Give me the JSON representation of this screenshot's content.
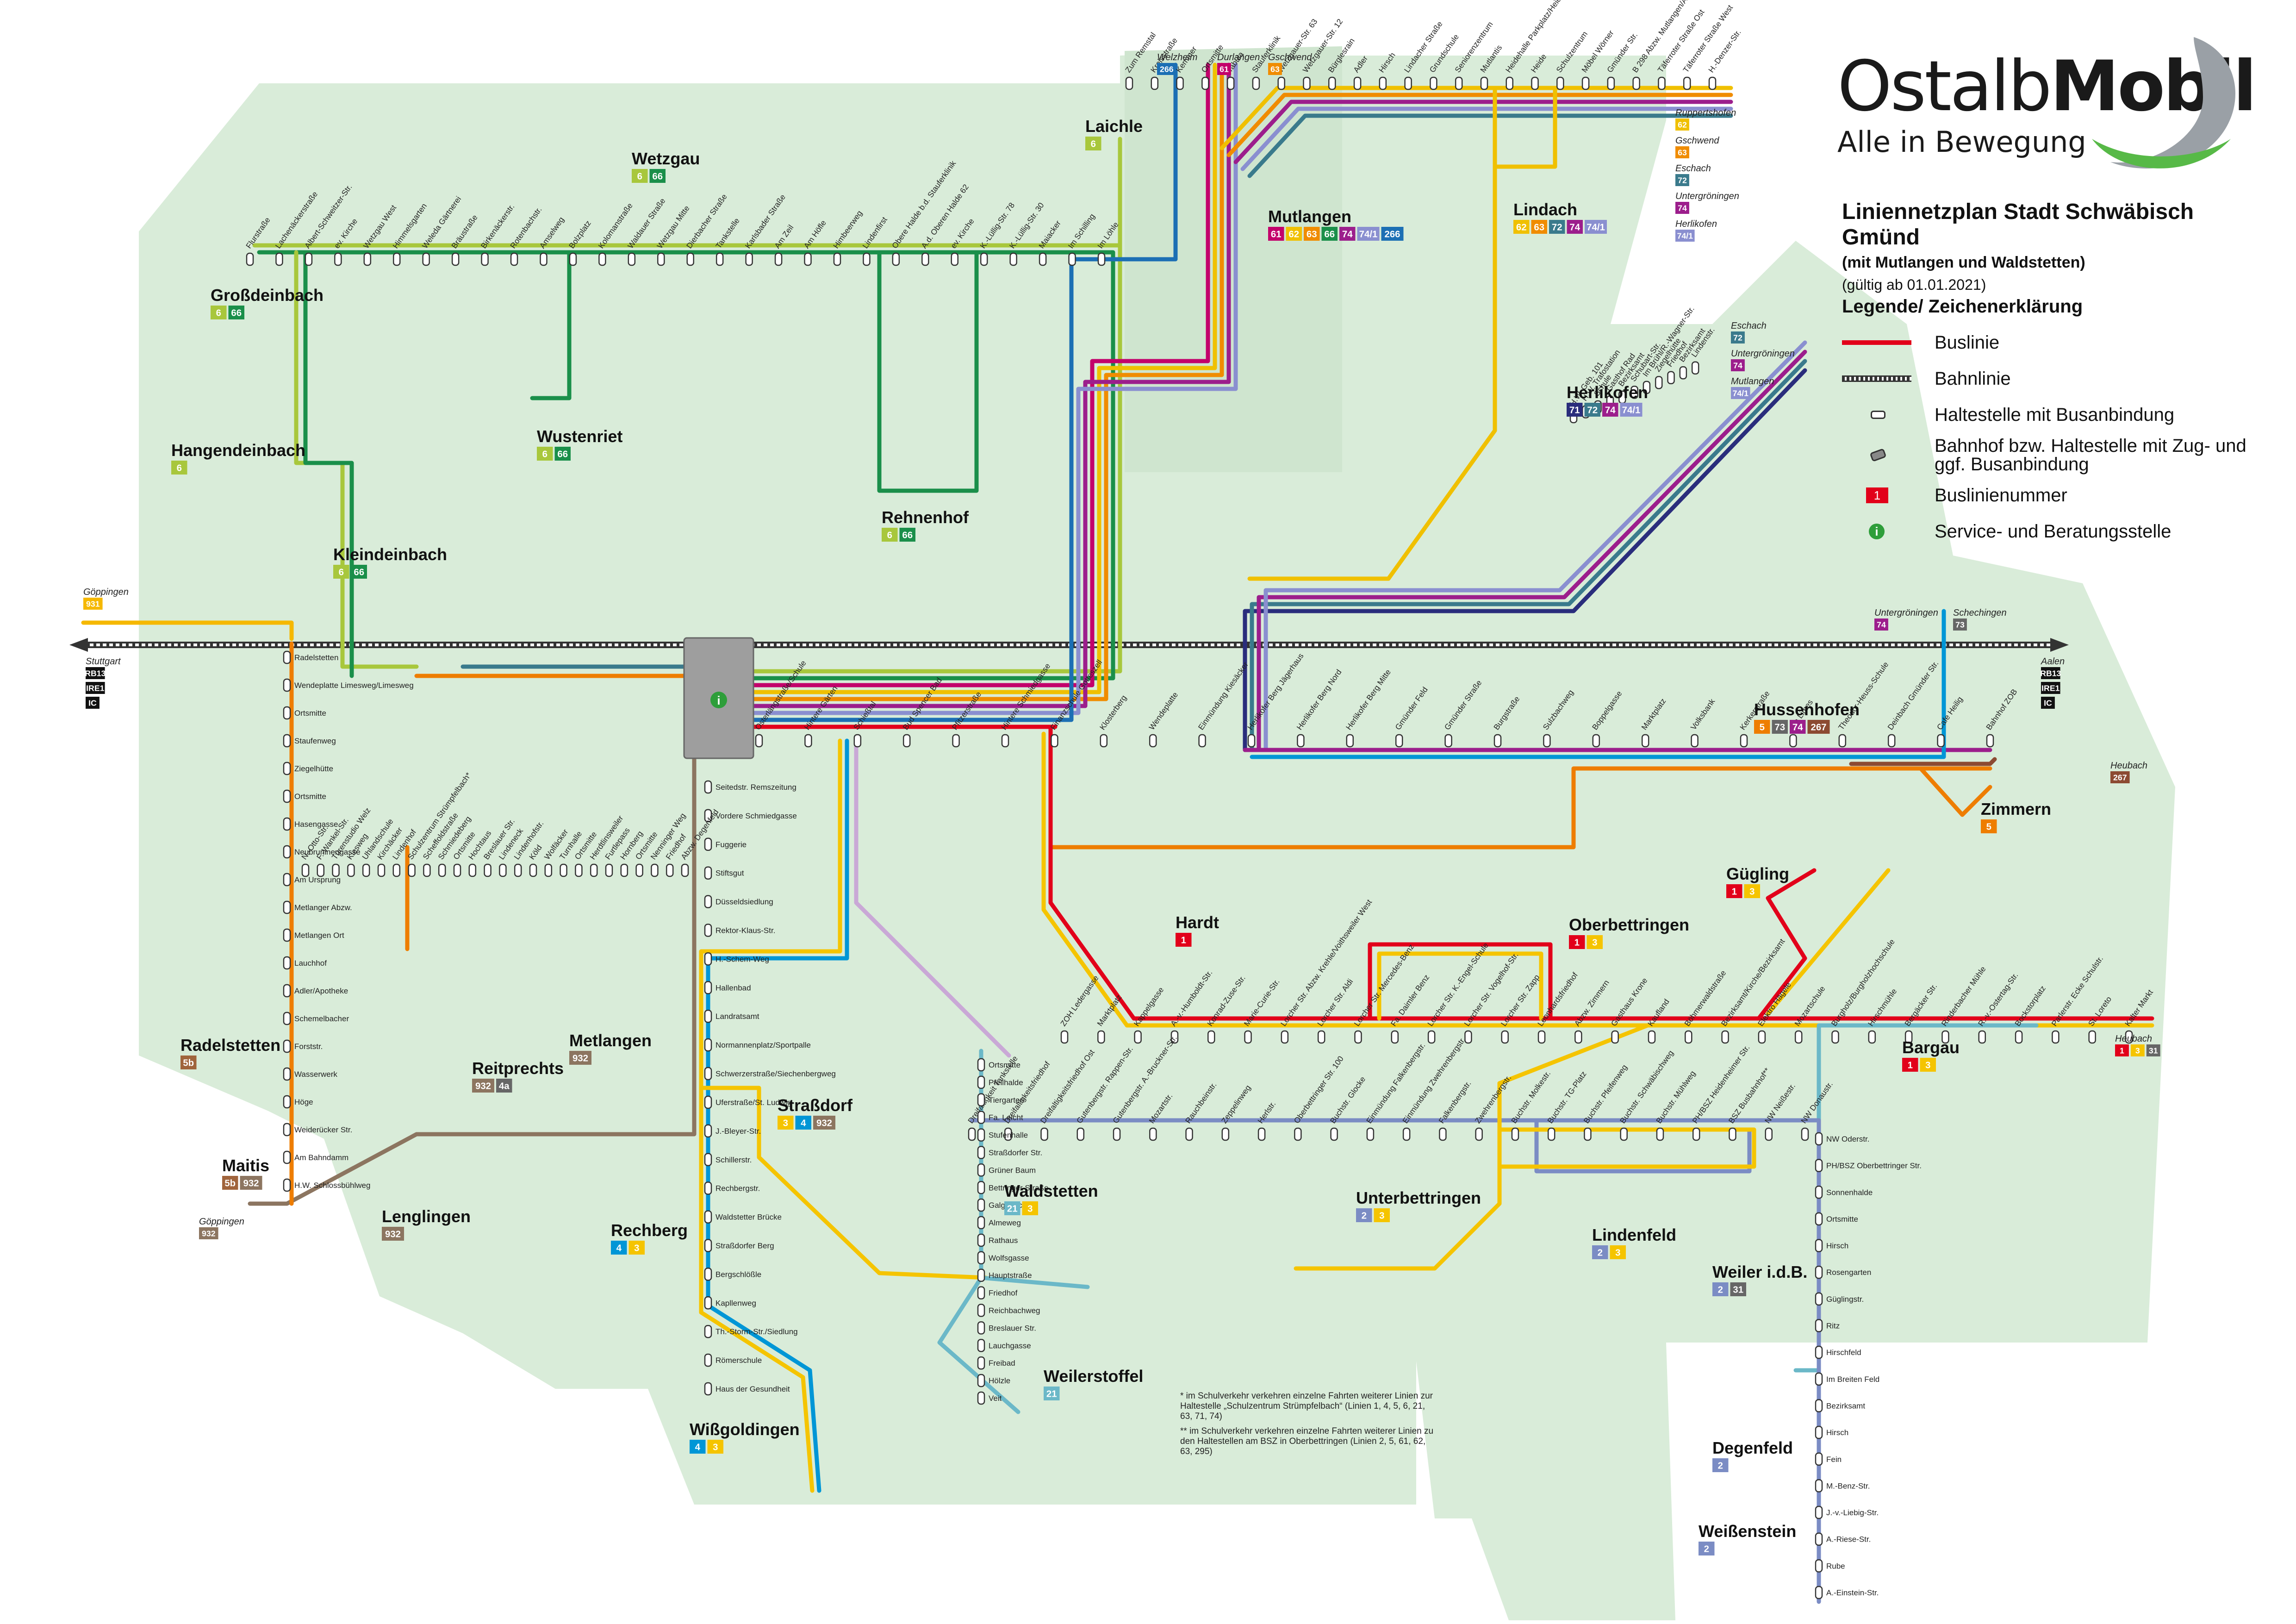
{
  "logo": {
    "brand_light": "Ostalb",
    "brand_bold": "Mobil",
    "tagline": "Alle in Bewegung"
  },
  "title": {
    "main": "Liniennetzplan Stadt Schwäbisch Gmünd",
    "sub": "(mit Mutlangen und Waldstetten)",
    "valid": "(gültig ab 01.01.2021)"
  },
  "legend": {
    "heading": "Legende/ Zeichenerklärung",
    "items": [
      {
        "symbol": "bus-line",
        "text": "Buslinie"
      },
      {
        "symbol": "rail-line",
        "text": "Bahnlinie"
      },
      {
        "symbol": "bus-stop",
        "text": "Haltestelle mit Busanbindung"
      },
      {
        "symbol": "rail-station",
        "text": "Bahnhof bzw. Haltestelle mit Zug- und ggf. Busanbindung"
      },
      {
        "symbol": "line-number",
        "text": "Buslinienummer",
        "sample": "1"
      },
      {
        "symbol": "info-icon",
        "text": "Service- und Beratungsstelle",
        "sample": "i"
      }
    ]
  },
  "footnotes": {
    "note1": "* im Schulverkehr verkehren einzelne Fahrten weiterer Linien zur Haltestelle „Schulzentrum Strümpfelbach“ (Linien 1, 4, 5, 6, 21, 63, 71, 74)",
    "note2": "** im Schulverkehr verkehren einzelne Fahrten weiterer Linien zu den Haltestellen am BSZ in Oberbettringen (Linien 2, 5, 61, 62, 63, 295)"
  },
  "colors": {
    "background_area": "#d9ecd9",
    "line_1": "#e2001a",
    "line_2": "#7b8cc4",
    "line_3": "#f5c400",
    "line_4": "#0096d6",
    "line_5": "#ee7d00",
    "line_5b": "#a0643c",
    "line_6": "#a8c73c",
    "line_66": "#1a8f4a",
    "line_7": "#c9a8d6",
    "line_21": "#6bb8c8",
    "line_61": "#c3006b",
    "line_62": "#f0c000",
    "line_63": "#f08c00",
    "line_71": "#2a2d7c",
    "line_72": "#3a7a8c",
    "line_74": "#9c1e8c",
    "line_74_1": "#8a8fd0",
    "line_266": "#1c6fb4",
    "line_267": "#8c4a32",
    "line_931": "#f5b800",
    "line_932": "#8c7560",
    "rail": "#333333"
  },
  "towns": [
    {
      "name": "Großdeinbach",
      "lines": [
        "6",
        "66"
      ]
    },
    {
      "name": "Wetzgau",
      "lines": [
        "6",
        "66"
      ]
    },
    {
      "name": "Laichle",
      "lines": [
        "6"
      ]
    },
    {
      "name": "Hangendeinbach",
      "lines": [
        "6"
      ]
    },
    {
      "name": "Wustenriet",
      "lines": [
        "6",
        "66"
      ]
    },
    {
      "name": "Kleindeinbach",
      "lines": [
        "6",
        "66"
      ]
    },
    {
      "name": "Rehnenhof",
      "lines": [
        "6",
        "66"
      ]
    },
    {
      "name": "Mutlangen",
      "lines": [
        "61",
        "62",
        "63",
        "66",
        "74",
        "74/1",
        "266"
      ]
    },
    {
      "name": "Lindach",
      "lines": [
        "62",
        "63",
        "72",
        "74",
        "74/1"
      ]
    },
    {
      "name": "Herlikofen",
      "lines": [
        "71",
        "72",
        "74",
        "74/1"
      ]
    },
    {
      "name": "Hussenhofen",
      "lines": [
        "5",
        "73",
        "74",
        "267"
      ]
    },
    {
      "name": "Zimmern",
      "lines": [
        "5"
      ]
    },
    {
      "name": "Gügling",
      "lines": [
        "1",
        "3"
      ]
    },
    {
      "name": "Hardt",
      "lines": [
        "1"
      ]
    },
    {
      "name": "Oberbettringen",
      "lines": [
        "1",
        "3"
      ]
    },
    {
      "name": "Bargau",
      "lines": [
        "1",
        "3"
      ]
    },
    {
      "name": "Radelstetten",
      "lines": [
        "5b"
      ]
    },
    {
      "name": "Reitprechts",
      "lines": [
        "932",
        "4a"
      ]
    },
    {
      "name": "Metlangen",
      "lines": [
        "932"
      ]
    },
    {
      "name": "Straßdorf",
      "lines": [
        "3",
        "4",
        "932"
      ]
    },
    {
      "name": "Maitis",
      "lines": [
        "5b",
        "932"
      ]
    },
    {
      "name": "Lenglingen",
      "lines": [
        "932"
      ]
    },
    {
      "name": "Rechberg",
      "lines": [
        "4",
        "3"
      ]
    },
    {
      "name": "Waldstetten",
      "lines": [
        "21",
        "3"
      ]
    },
    {
      "name": "Unterbettringen",
      "lines": [
        "2",
        "3"
      ]
    },
    {
      "name": "Lindenfeld",
      "lines": [
        "2",
        "3"
      ]
    },
    {
      "name": "Weilerstoffel",
      "lines": [
        "21"
      ]
    },
    {
      "name": "Wißgoldingen",
      "lines": [
        "4",
        "3"
      ]
    },
    {
      "name": "Weiler i.d.B.",
      "lines": [
        "2",
        "31"
      ]
    },
    {
      "name": "Degenfeld",
      "lines": [
        "2"
      ]
    },
    {
      "name": "Weißenstein",
      "lines": [
        "2"
      ]
    }
  ],
  "external": [
    {
      "name": "Welzheim",
      "lines": [
        "266"
      ]
    },
    {
      "name": "Durlangen",
      "lines": [
        "61"
      ]
    },
    {
      "name": "Gschwend",
      "lines": [
        "63"
      ]
    },
    {
      "name": "Ruppertshofen",
      "lines": [
        "62"
      ]
    },
    {
      "name": "Gschwend",
      "lines": [
        "63"
      ]
    },
    {
      "name": "Eschach",
      "lines": [
        "72"
      ]
    },
    {
      "name": "Untergröningen",
      "lines": [
        "74"
      ]
    },
    {
      "name": "Herlikofen",
      "lines": [
        "74/1"
      ]
    },
    {
      "name": "Eschach",
      "lines": [
        "72"
      ]
    },
    {
      "name": "Untergröningen",
      "lines": [
        "74"
      ]
    },
    {
      "name": "Mutlangen",
      "lines": [
        "74/1"
      ]
    },
    {
      "name": "Untergröningen",
      "lines": [
        "74"
      ]
    },
    {
      "name": "Schechingen",
      "lines": [
        "73"
      ]
    },
    {
      "name": "Heubach",
      "lines": [
        "267"
      ]
    },
    {
      "name": "Heubach",
      "lines": [
        "1",
        "3",
        "31"
      ]
    },
    {
      "name": "Göppingen",
      "lines": [
        "931"
      ]
    },
    {
      "name": "Göppingen",
      "lines": [
        "932"
      ]
    },
    {
      "name": "Stuttgart",
      "lines": [
        "RB13",
        "IRE1",
        "IC"
      ]
    },
    {
      "name": "Aalen",
      "lines": [
        "RB13",
        "IRE1",
        "IC"
      ]
    }
  ],
  "stops": [
    "Flurstraße",
    "Lachenäckerstraße",
    "Albert-Schweitzer-Str.",
    "ev. Kirche",
    "Wetzgau West",
    "Himmelsgarten",
    "Weleda Gärtnerei",
    "Bräustraße",
    "Birkenäckerstr.",
    "Rotenbachstr.",
    "Amselweg",
    "Bolzplatz",
    "Kolomanstraße",
    "Waldauer Straße",
    "Wetzgau Mitte",
    "Dierbacher Straße",
    "Tankstelle",
    "Karlsbader Straße",
    "Am Zeil",
    "Am Höfle",
    "Himbeerweg",
    "Lindenfirst",
    "Obere Halde b.d. Stauferklinik",
    "A.d. Oberen Halde 62",
    "ev. Kirche",
    "K.-Lüllig-Str. 78",
    "K.-Lüllig-Str. 30",
    "Maiacker",
    "Im Schilling",
    "Im Löhle",
    "Zum Remstal",
    "Kreisstraße",
    "Kemmer",
    "Ortsmitte",
    "Tabula",
    "Stauferklinik",
    "Wetzgauer-Str. 63",
    "Wetzgauer-Str. 12",
    "Bürglesrain",
    "Adler",
    "Hirsch",
    "Lindacher Straße",
    "Grundschule",
    "Seniorenzentrum",
    "Mutlantis",
    "Heidehalle Parkplatz/Heidestraße",
    "Heide",
    "Schulzentrum",
    "Möbel Wörner",
    "Gmünder Str.",
    "B 298 Abzw. Mutlangen/Abzw. Rehnenhof/Wetzgau",
    "Täferroter Straße Ost",
    "Täferroter Straße West",
    "H.-Denzer-Str.",
    "Osterlängstraße/Schule",
    "Hintere Gärten",
    "Schießtal",
    "Bud Spencer Bad",
    "Pfitzerstraße",
    "Hintere Schmiedgasse",
    "Finanzschule Gotteszell",
    "Klosterberg",
    "Wendeplatte",
    "Einmündung Kiesäcker",
    "Herlikofer Berg Jägerhaus",
    "Herlikofer Berg Nord",
    "Herlikofer Berg Mitte",
    "Gmünder Feld",
    "Gmünder Straße",
    "Burgstraße",
    "Sulzbachweg",
    "Boppelgasse",
    "Marktplatz",
    "Volksbank",
    "Kerkerstraße",
    "Am Limes",
    "Theodor-Heuss-Schule",
    "Deinbach Gmünder Str.",
    "Cafe Heilig",
    "Bahnhof ZOB",
    "ZOH Ledergasse",
    "Marktplatz",
    "Kappelgasse",
    "A.-v.-Humboldt-Str.",
    "Konrad-Zuse-Str.",
    "Marie-Curie-Str.",
    "Lorcher Str. Abzw. Krehle/Voithsweiler West",
    "Lorcher Str. Aldi",
    "Lorcher Str. Mercedes-Benz",
    "Fa. Daimler Benz",
    "Lorcher Str. K.-Engel-Schule",
    "Lorcher Str. Vogelhof-Str.",
    "Lorcher Str. Zapp",
    "Leonhardsfriedhof",
    "Abzw. Zimmern",
    "Gasthaus Krone",
    "Kaufland",
    "Böhmerwaldstraße",
    "Bezirksamt/Kirche/Bezirksamt",
    "Elektro Hägele",
    "Mozartschule",
    "Burgholz/Burgholzhochschule",
    "Hirschmühle",
    "Bergäcker Str.",
    "Rinderbacher Mühle",
    "R.-v.-Ostertag-Str.",
    "Bockstorplatz",
    "Parlerstr. Ecke Schulstr.",
    "St. Loreto",
    "Kalter Markt",
    "Seitedstr. Remszeitung",
    "Vordere Schmiedgasse",
    "Fuggerie",
    "Stiftsgut",
    "Düsseldsiedlung",
    "Rektor-Klaus-Str.",
    "H.-Schem-Weg",
    "Hallenbad",
    "Landratsamt",
    "Normannenplatz/Sportpalle",
    "Schwerzerstraße/Siechenbergweg",
    "Uferstraße/St. Ludwig",
    "J.-Bleyer-Str.",
    "Schillerstr.",
    "Rechbergstr.",
    "Waldstetter Brücke",
    "Straßdorfer Berg",
    "Bergschlößle",
    "Kapllenweg",
    "Th.-Storm-Str./Siedlung",
    "Römerschule",
    "Haus der Gesundheit",
    "Dreifaltigkeit Tankstelle",
    "Dreifaltigkeitsfriedhof",
    "Dreifaltigkeitsfriedhof Ost",
    "Gutenbergstr. Rappen-Str.",
    "Gutenbergstr. A.-Bruckner-Str.",
    "Mozartstr.",
    "Rauchbeinstr.",
    "Zeppelinweg",
    "Herlstr.",
    "Oberbettringer Str. 100",
    "Buchstr. Glocke",
    "Einmündung Falkenbergstr.",
    "Einmündung Zwehrenbergstr.",
    "Falkenbergstr.",
    "Zwehrenbergstr.",
    "Buchstr. Molkestr.",
    "Buchstr. TG-Platz",
    "Buchstr. Pfeifenweg",
    "Buchstr. Schwäbischweg",
    "Buchstr. Mühlweg",
    "PH/BSZ Heidenheimer Str.",
    "BSZ Busbahnhof**",
    "NW Neißestr.",
    "NW Donaustr.",
    "NW Oderstr.",
    "PH/BSZ Oberbettringer Str.",
    "Sonnenhalde",
    "Ortsmitte",
    "Hirsch",
    "Rosengarten",
    "Güglingstr.",
    "Ritz",
    "Hirschfeld",
    "Im Breiten Feld",
    "Bezirksamt",
    "Hirsch",
    "Fein",
    "M.-Benz-Str.",
    "J.-v.-Liebig-Str.",
    "A.-Riese-Str.",
    "Rube",
    "A.-Einstein-Str.",
    "N.-Otto-Str.",
    "F.-Wankel-Str.",
    "Türenstudio Welz",
    "Kiesweg",
    "Uhlandschule",
    "Kirchäcker",
    "Lindenhof",
    "Schulzentrum Strümpfelbach*",
    "Scheffoldstraße",
    "Schmiedeberg",
    "Ortsmitte",
    "Hochtaus",
    "Breslauer Str.",
    "Lindeneck",
    "Lindenhofstr.",
    "Köld",
    "Wolfäcker",
    "Turnhalle",
    "Ortsmitte",
    "Herdtlinsweiler",
    "Furtlepass",
    "Hornberg",
    "Ortsmitte",
    "Nenninger Weg",
    "Friedhof",
    "Abzw. Degenfeld",
    "Ortsmitte",
    "Pfeilhalde",
    "Tiergarten",
    "Fa. Leicht",
    "Stufenhalle",
    "Straßdorfer Str.",
    "Grüner Baum",
    "Bettringer Straße",
    "Galgenäcker",
    "Almeweg",
    "Rathaus",
    "Wolfsgasse",
    "Hauptstraße",
    "Friedhof",
    "Reichbachweg",
    "Breslauer Str.",
    "Lauchgasse",
    "Freibad",
    "Hölzle",
    "Veit",
    "Radelstetten",
    "Wendeplatte Limesweg/Limesweg",
    "Ortsmitte",
    "Staufenweg",
    "Ziegelhütte",
    "Ortsmitte",
    "Hasengasse",
    "Neubruninengasse",
    "Am Ursprung",
    "Metlanger Abzw.",
    "Metlangen Ort",
    "Lauchhof",
    "Adler/Apotheke",
    "Schemelbacher",
    "Forststr.",
    "Wasserwerk",
    "Höge",
    "Weiderücker Str.",
    "Am Bahndamm",
    "H.W. Schlossbühlweg",
    "H.W. Geb. 101",
    "H.W. Trafostation",
    "Schule",
    "Gasthof Rad",
    "Bezirksamt",
    "Schubart-Str.",
    "Im Brühl/R.-Wagner-Str.",
    "Ziegelhütte",
    "Friedhof",
    "Bezirksamt",
    "Lindenstr."
  ]
}
